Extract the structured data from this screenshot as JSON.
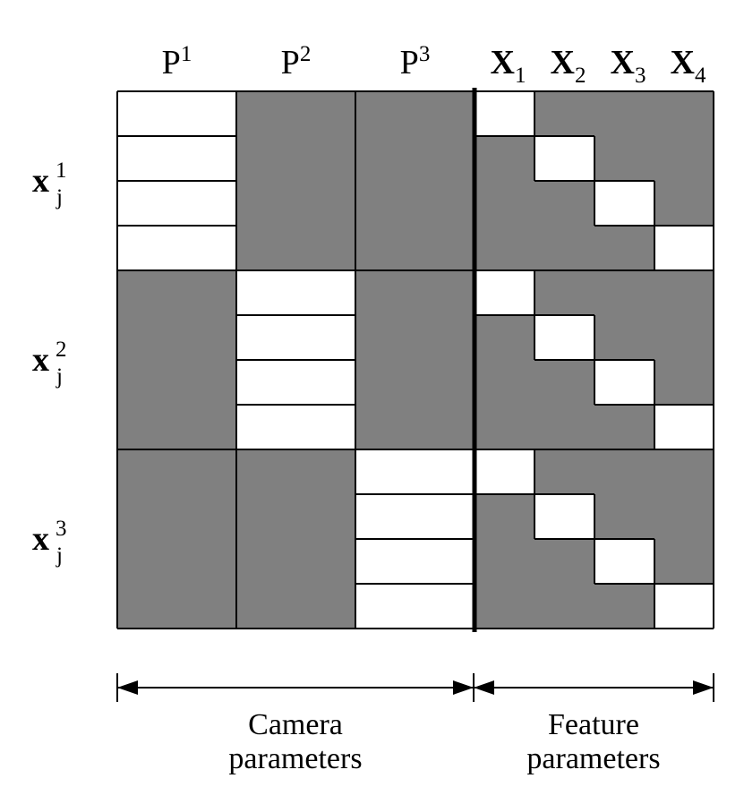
{
  "colors": {
    "filled": "#808080",
    "empty": "#ffffff",
    "line": "#000000"
  },
  "camera_columns": [
    {
      "base": "P",
      "sup": "1"
    },
    {
      "base": "P",
      "sup": "2"
    },
    {
      "base": "P",
      "sup": "3"
    }
  ],
  "feature_columns": [
    {
      "base": "X",
      "sub": "1"
    },
    {
      "base": "X",
      "sub": "2"
    },
    {
      "base": "X",
      "sub": "3"
    },
    {
      "base": "X",
      "sub": "4"
    }
  ],
  "row_groups": [
    {
      "base": "x",
      "sub": "j",
      "sup": "1"
    },
    {
      "base": "x",
      "sub": "j",
      "sup": "2"
    },
    {
      "base": "x",
      "sub": "j",
      "sup": "3"
    }
  ],
  "bottom_labels": {
    "camera": [
      "Camera",
      "parameters"
    ],
    "feature": [
      "Feature",
      "parameters"
    ]
  }
}
